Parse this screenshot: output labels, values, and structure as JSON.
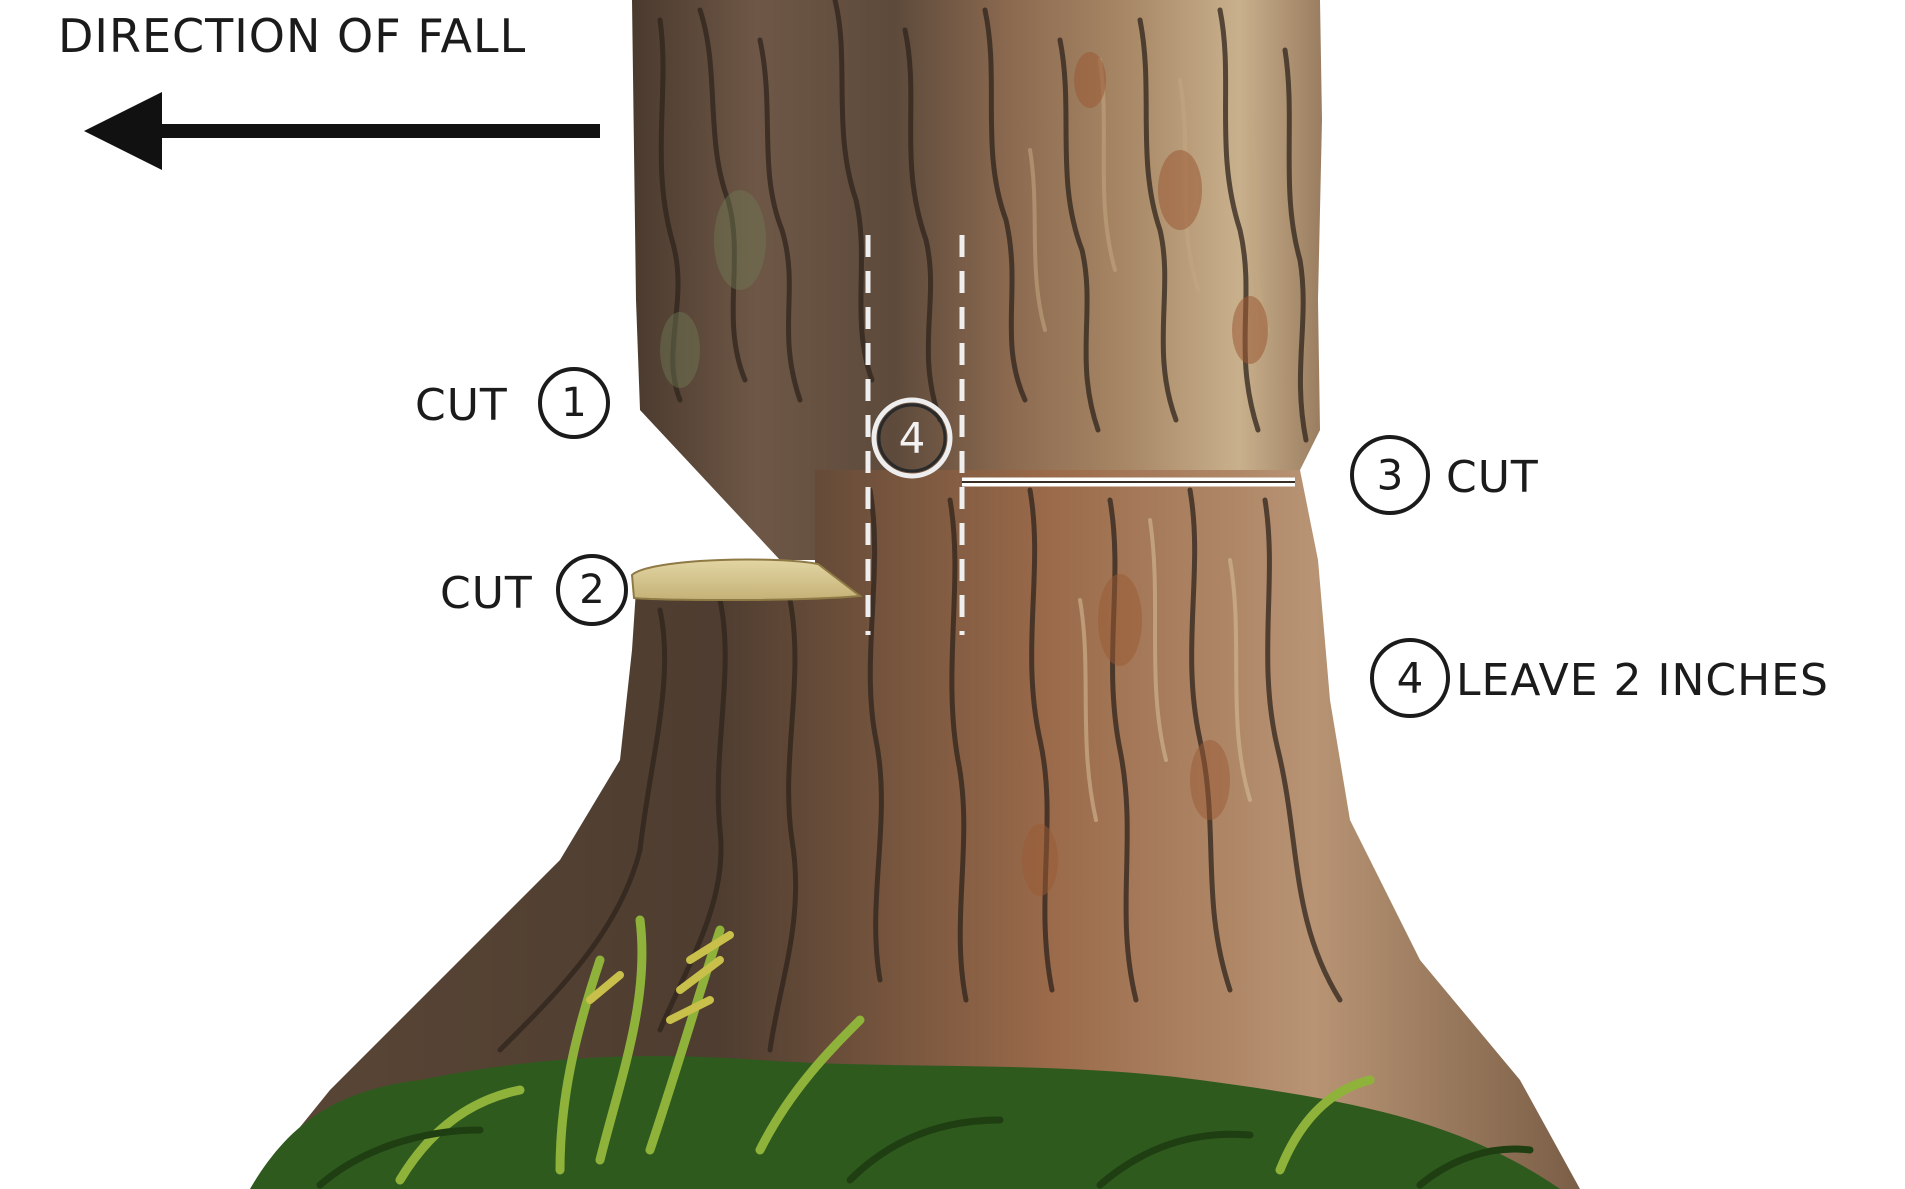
{
  "direction_label": "DIRECTION OF FALL",
  "callouts": {
    "cut1": {
      "label": "CUT",
      "number": "1"
    },
    "cut2": {
      "label": "CUT",
      "number": "2"
    },
    "cut3": {
      "number": "3",
      "label": "CUT"
    },
    "leave": {
      "number": "4",
      "label": "LEAVE 2 INCHES"
    },
    "hinge": {
      "number": "4"
    }
  },
  "colors": {
    "bark_dark": "#4a3a2e",
    "bark_mid": "#6e5746",
    "bark_light": "#a88866",
    "bark_highlight": "#c9b08c",
    "bark_rust": "#9a5a34",
    "cut_face": "#d6c58e",
    "grass_dark": "#2e5a1e",
    "grass_light": "#8fb33a",
    "text": "#1b1b1b"
  }
}
